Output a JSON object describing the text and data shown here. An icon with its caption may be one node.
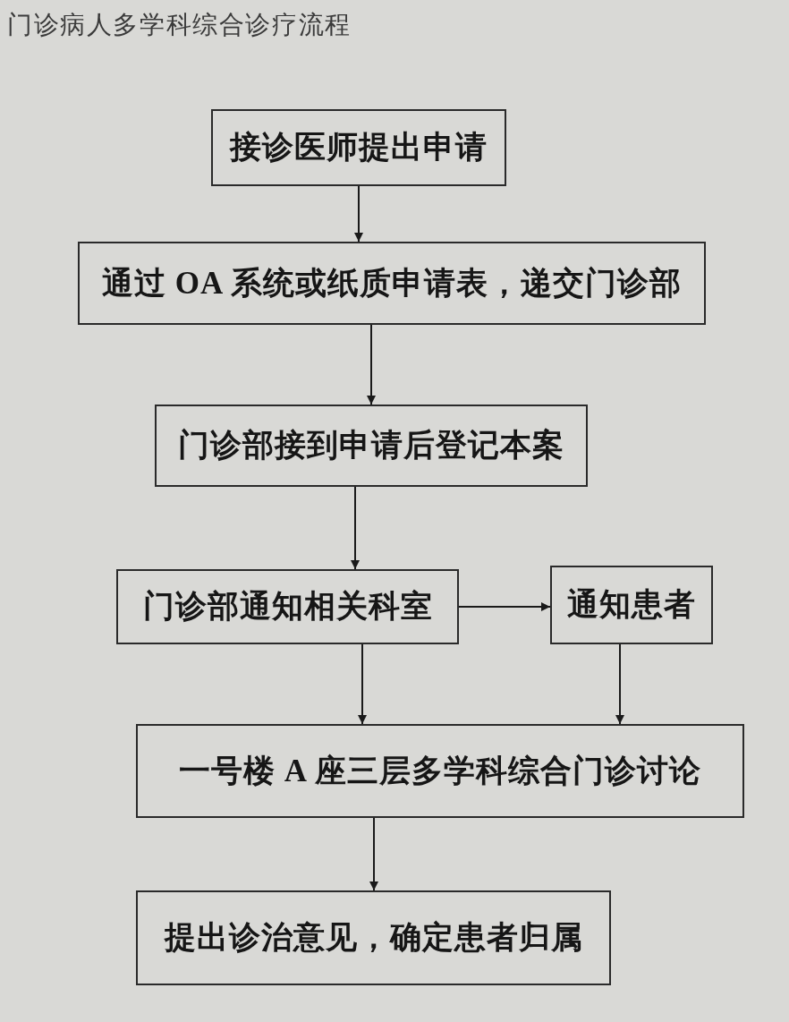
{
  "diagram": {
    "title": "门诊病人多学科综合诊疗流程",
    "nodes": [
      {
        "text": [
          "接诊医师提出申请"
        ]
      },
      {
        "text": [
          "通过 OA 系统或纸质申请表，递交门诊部"
        ]
      },
      {
        "text": [
          "门诊部接到申请后登记本案"
        ]
      },
      {
        "text": [
          "门诊部通知相关科室"
        ]
      },
      {
        "text": [
          "通知患者"
        ]
      },
      {
        "text": [
          "一号楼 A 座三层多学科综合门诊讨论"
        ]
      },
      {
        "text": [
          "提出诊治意见，确定患者归属"
        ]
      }
    ],
    "edges": [
      {
        "from": 0,
        "to": 1,
        "arrow": "to"
      },
      {
        "from": 1,
        "to": 2,
        "arrow": "to"
      },
      {
        "from": 2,
        "to": 3,
        "arrow": "to"
      },
      {
        "from": 3,
        "to": 4,
        "arrow": "to"
      },
      {
        "from": 3,
        "to": 5,
        "arrow": "to"
      },
      {
        "from": 4,
        "to": 5,
        "arrow": "to"
      },
      {
        "from": 5,
        "to": 6,
        "arrow": "to"
      }
    ]
  }
}
